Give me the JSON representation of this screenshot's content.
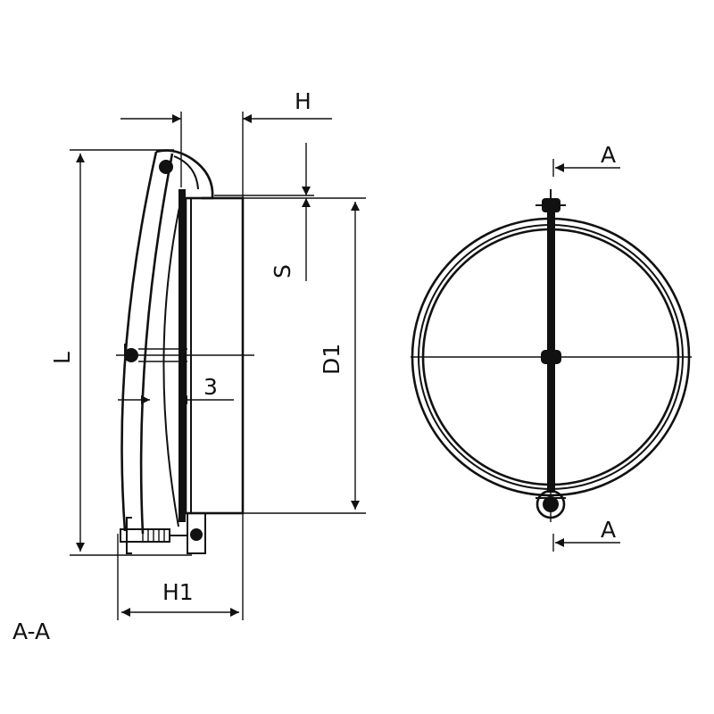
{
  "labels": {
    "h": "H",
    "s": "S",
    "l": "L",
    "d1": "D1",
    "three": "3",
    "h1": "H1",
    "a_top": "A",
    "a_bottom": "A",
    "section": "A-A"
  }
}
